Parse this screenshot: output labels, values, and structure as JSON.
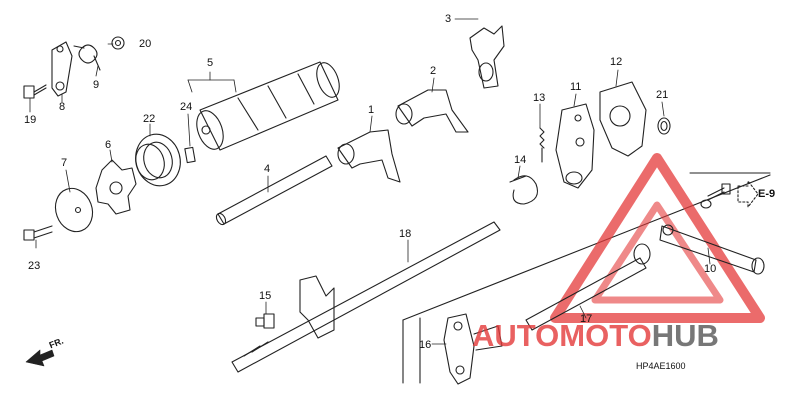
{
  "diagram": {
    "code": "HP4AE1600",
    "ref_section": "E-9",
    "direction_label": "FR.",
    "parts": [
      "1",
      "2",
      "3",
      "4",
      "5",
      "6",
      "7",
      "8",
      "9",
      "10",
      "11",
      "12",
      "13",
      "14",
      "15",
      "16",
      "17",
      "18",
      "19",
      "20",
      "21",
      "22",
      "23",
      "24"
    ]
  },
  "watermark": {
    "part1": "AUTO",
    "part2": "MOTO",
    "part3": "HUB",
    "color_red": "#e43a3a",
    "color_grey": "#606060"
  }
}
